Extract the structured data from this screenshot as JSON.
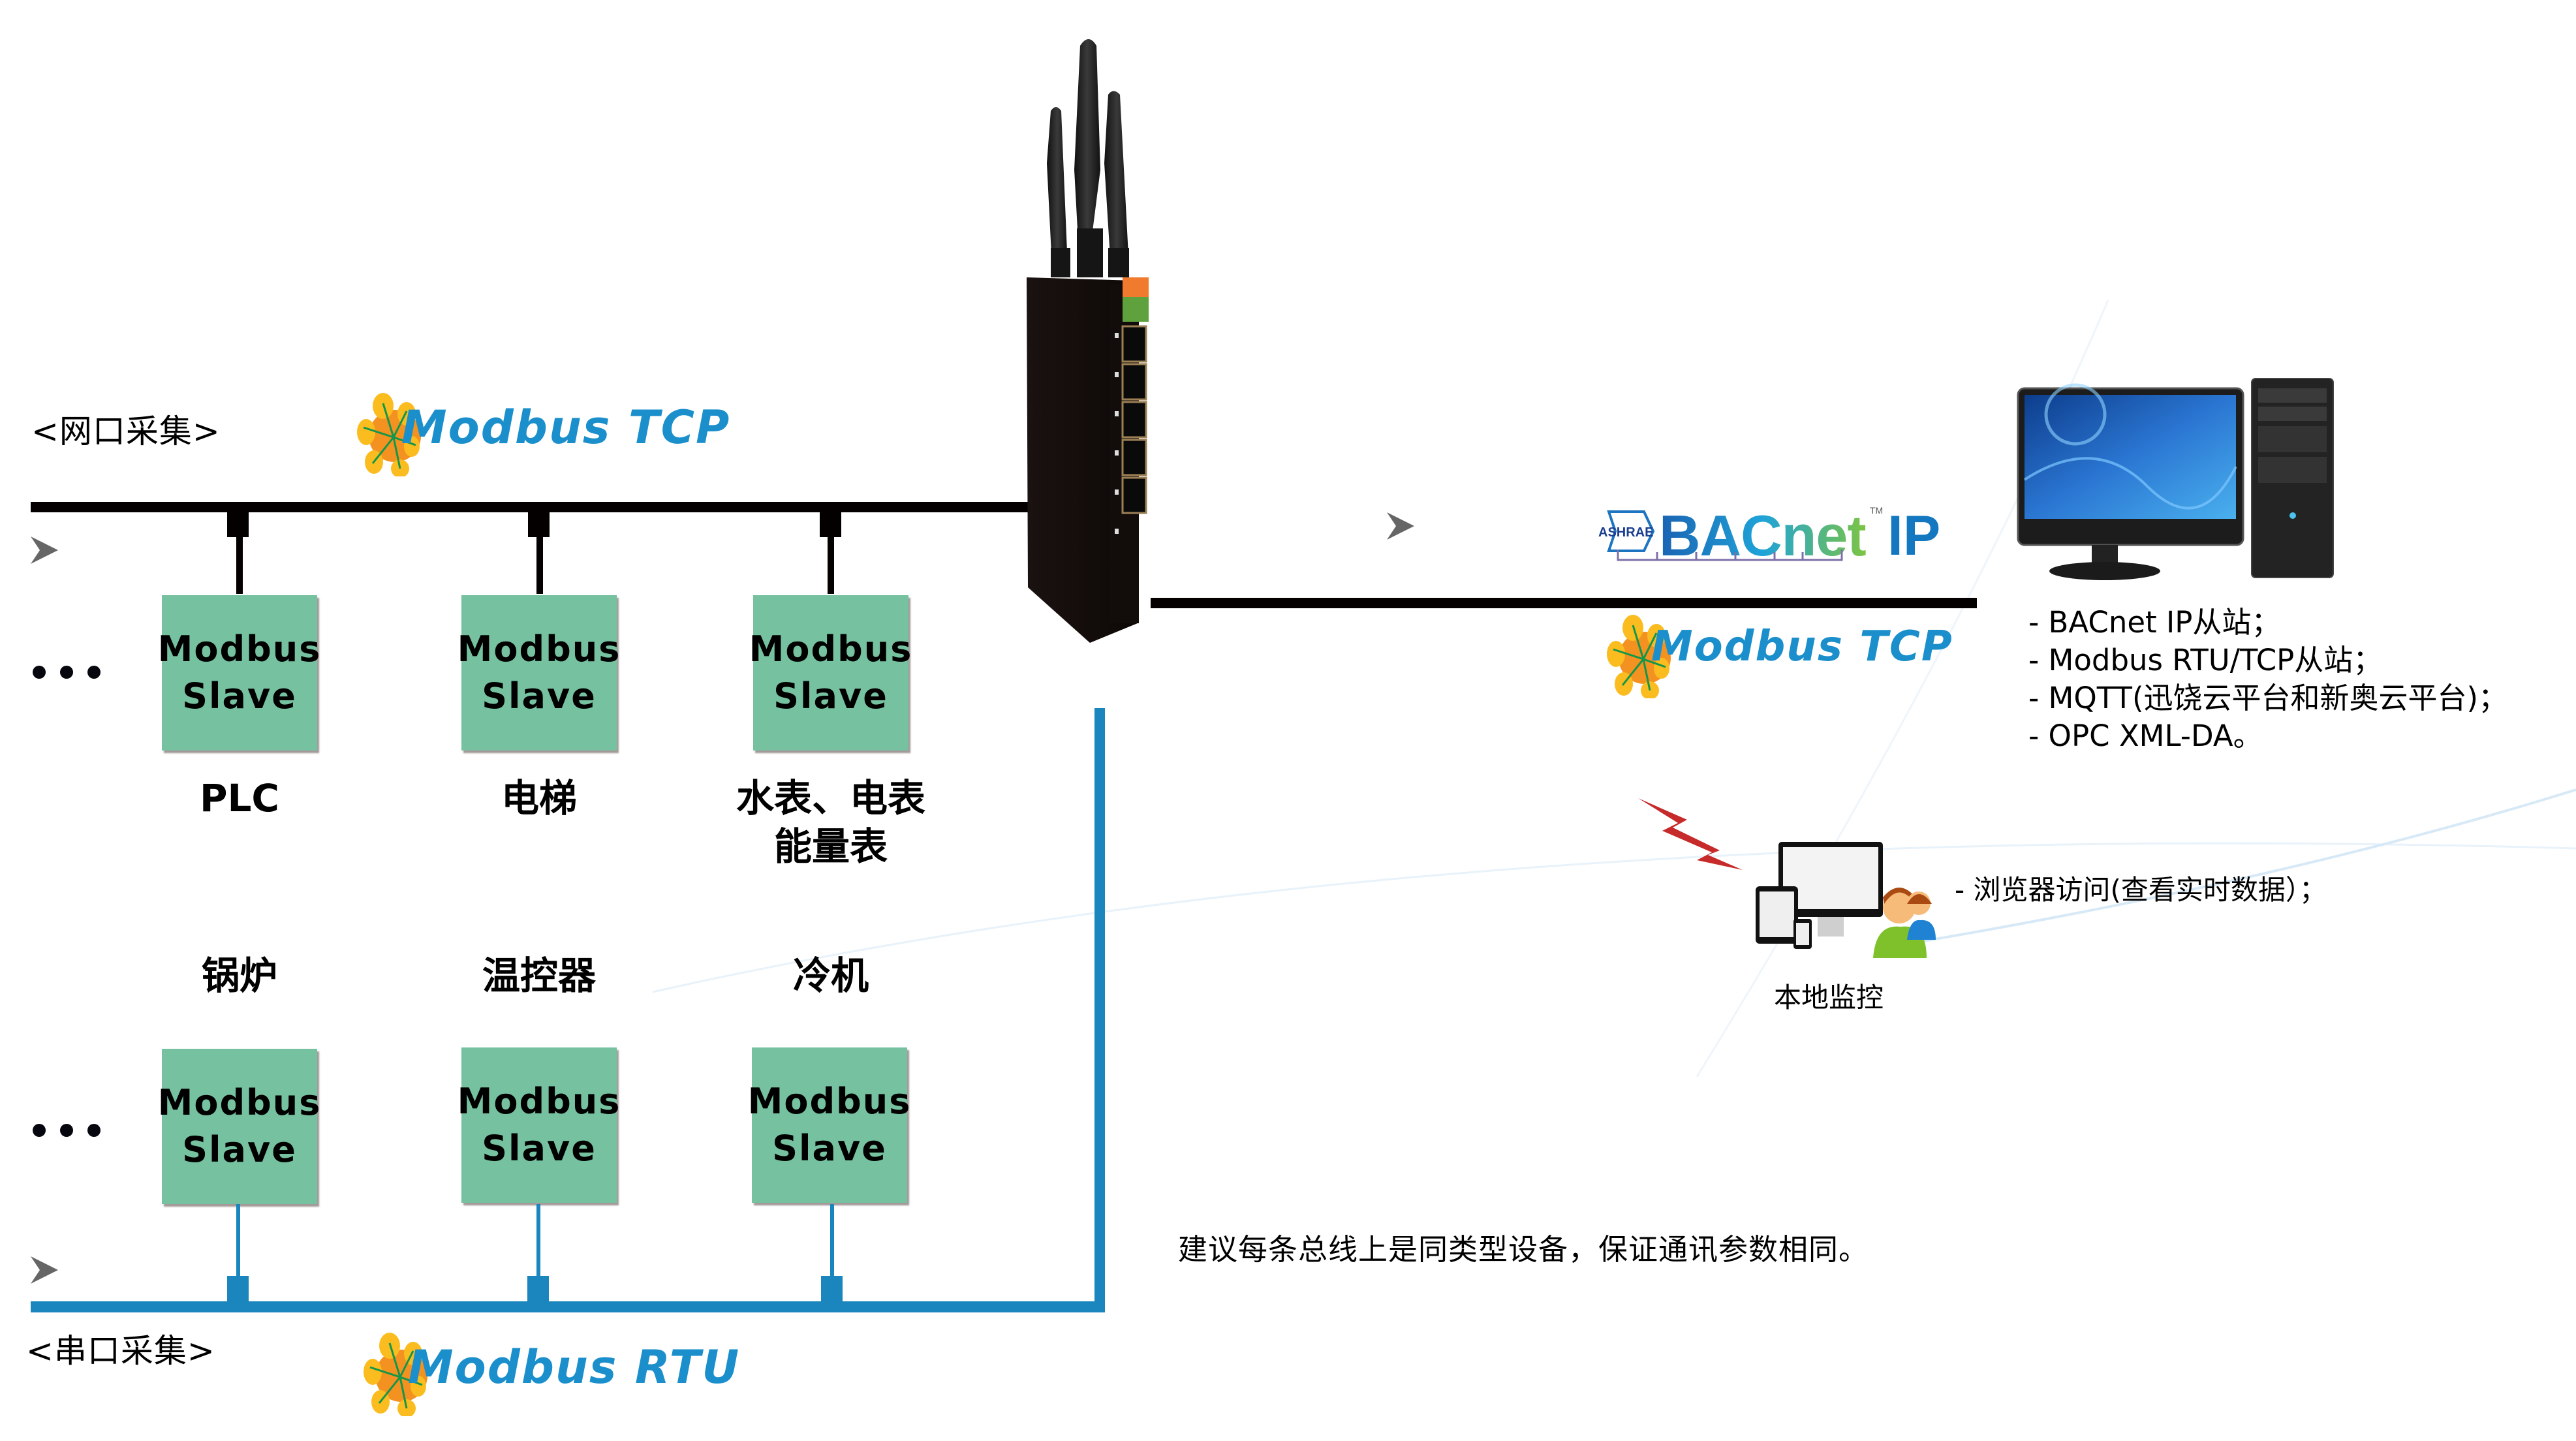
{
  "colors": {
    "slave_box": "#75c1a0",
    "ethernet_bus": "#050000",
    "serial_bus": "#1a86bd",
    "modbus_text": "#1b8fcc",
    "bacnet_ip": "#1378c0",
    "lightning": "#c62a2a",
    "arrow": "#666666"
  },
  "ethernet_section": {
    "label": "<网口采集>",
    "protocol_logo": {
      "brand": "Modbus",
      "suffix": "TCP",
      "icon": "modbus-network-icon"
    },
    "devices": [
      {
        "box_line1": "Modbus",
        "box_line2": "Slave",
        "label_lines": [
          "PLC"
        ]
      },
      {
        "box_line1": "Modbus",
        "box_line2": "Slave",
        "label_lines": [
          "电梯"
        ]
      },
      {
        "box_line1": "Modbus",
        "box_line2": "Slave",
        "label_lines": [
          "水表、电表",
          "能量表"
        ]
      }
    ],
    "more_indicator": "..."
  },
  "serial_section": {
    "label": "<串口采集>",
    "protocol_logo": {
      "brand": "Modbus",
      "suffix": "RTU",
      "icon": "modbus-network-icon"
    },
    "devices": [
      {
        "box_line1": "Modbus",
        "box_line2": "Slave",
        "label_lines": [
          "锅炉"
        ]
      },
      {
        "box_line1": "Modbus",
        "box_line2": "Slave",
        "label_lines": [
          "温控器"
        ]
      },
      {
        "box_line1": "Modbus",
        "box_line2": "Slave",
        "label_lines": [
          "冷机"
        ]
      }
    ],
    "more_indicator": "..."
  },
  "gateway": {
    "icon": "industrial-router-icon",
    "antennas": 3,
    "ethernet_ports": 5
  },
  "upstream": {
    "bacnet_logo": {
      "badge": "ASHRAE",
      "word": "BACnet",
      "trademark": "TM",
      "suffix": "IP"
    },
    "modbus_logo": {
      "brand": "Modbus",
      "suffix": "TCP"
    },
    "host_icon": "desktop-computer-icon",
    "features": [
      "- BACnet IP从站；",
      "- Modbus RTU/TCP从站；",
      "- MQTT(迅饶云平台和新奥云平台)；",
      "- OPC XML-DA。"
    ]
  },
  "local_monitor": {
    "icon": "devices-users-icon",
    "wireless_icon": "lightning-bolt-icon",
    "label": "本地监控",
    "description": "- 浏览器访问(查看实时数据）；"
  },
  "note": "建议每条总线上是同类型设备，保证通讯参数相同。"
}
